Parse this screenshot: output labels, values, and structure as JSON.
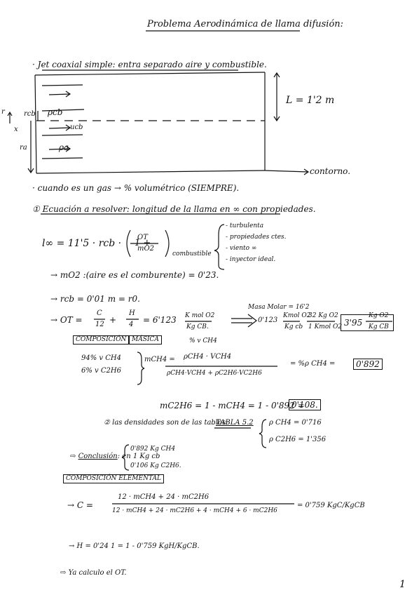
{
  "title": "Problema Aerodinámica de llama difusión:",
  "jet_line": "· Jet coaxial simple: entra separado aire y combustible.",
  "diagram": {
    "label_L": "L = 1'2 m",
    "label_rcb": "rcb",
    "label_x": "x",
    "label_r": "r",
    "label_ra": "ra",
    "label_rho_cb": "ρcb",
    "label_u_cb": "ucb",
    "label_rho_a": "ρa",
    "label_contorno": "contorno."
  },
  "gas_note": "· cuando es un gas → % volumétrico (SIEMPRE).",
  "section1": {
    "heading": "Ecuación a resolver:",
    "sub": "longitud de la llama en ∞ con propiedades.",
    "formula_left": "l∞ = 11'5 · rcb ·",
    "formula_inner": "1 +",
    "frac_num": "OT",
    "frac_den": "mO2",
    "formula_sub": "combustible",
    "conditions": [
      "- turbulenta",
      "- propiedades ctes.",
      "- viento ∞",
      "- inyector ideal."
    ]
  },
  "lines": {
    "mo2": "→ mO2 :(aire es el comburente) = 0'23.",
    "rcb": "→ rcb = 0'01 m = r0.",
    "ot_lhs": "→ OT =",
    "c_num": "C",
    "c_den": "12",
    "h_num": "H",
    "h_den": "4",
    "ot_val": "= 6'123",
    "units_num": "K mol O2",
    "units_den": "Kg CB.",
    "masa_molar": "Masa Molar = 16'2",
    "conv_1": "0'123",
    "conv_u1_num": "Kmol O2",
    "conv_u1_den": "Kg cb",
    "conv_u2_num": "32 Kg O2",
    "conv_u2_den": "1 Kmol O2",
    "result": "3'95",
    "result_u_num": "Kg O2",
    "result_u_den": "Kg CB",
    "v_ch4": "% v CH4"
  },
  "composicion_basica": {
    "label1": "COMPOSICIÓN",
    "label2": "MÁSICA",
    "ch4": "94% v CH4",
    "c2h6": "6% v C2H6",
    "m_ch4": "mCH4 =",
    "m_num": "ρCH4 · VCH4",
    "m_den": "ρCH4·VCH4 + ρC2H6·VC2H6",
    "m_eq": "= %ρ CH4 =",
    "m_val": "0'892"
  },
  "m_c2h6": {
    "text": "mC2H6 = 1 - mCH4 = 1 - 0'892 =",
    "val": "0'108."
  },
  "densidades": {
    "text": "② las densidades son de las tablas:",
    "tabla": "TABLA 5.2",
    "rho1": "ρ CH4 = 0'716",
    "rho2": "ρ C2H6 = 1'356"
  },
  "conclusion": {
    "label": "Conclusión",
    "text": ": en 1 Kg cb",
    "l1": "0'892 Kg CH4",
    "l2": "0'106 Kg C2H6."
  },
  "composicion_elemental": {
    "label": "COMPOSICIÓN ELEMENTAL",
    "c_lhs": "→ C =",
    "c_num": "12 · mCH4 + 24 · mC2H6",
    "c_den": "12 · mCH4 + 24 · mC2H6 + 4 · mCH4 + 6 · mC2H6",
    "c_val": "= 0'759 KgC/KgCB",
    "h_line": "→ H = 0'24 1 = 1 - 0'759 KgH/KgCB.",
    "last": "Ya calculo el OT."
  },
  "page_number": "1"
}
